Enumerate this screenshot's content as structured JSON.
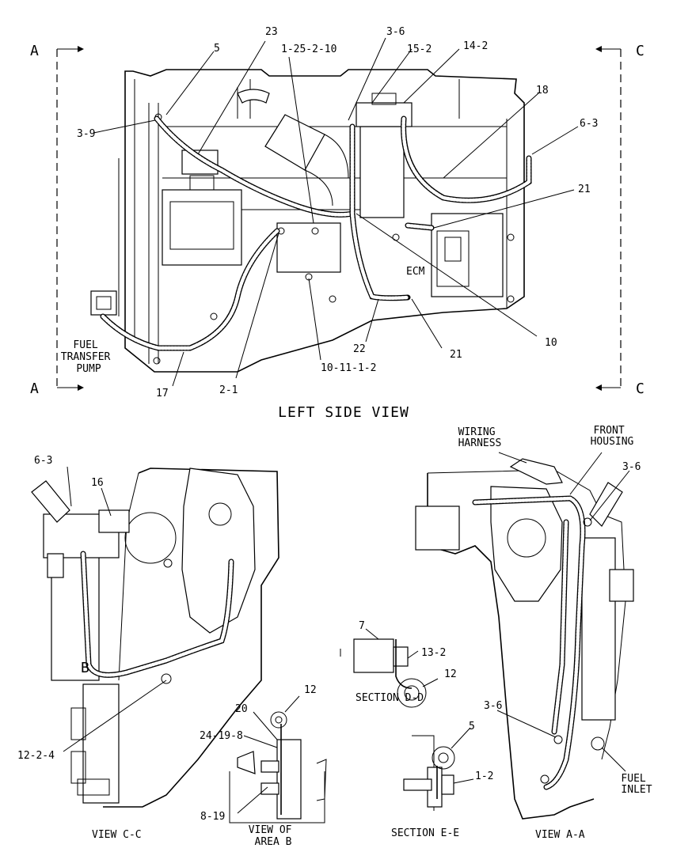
{
  "views": {
    "left_side": {
      "title": "LEFT SIDE VIEW",
      "section_marks": [
        "A",
        "A",
        "C",
        "C"
      ],
      "callouts": [
        "23",
        "5",
        "1-25-2-10",
        "3-6",
        "15-2",
        "14-2",
        "18",
        "3-9",
        "6-3",
        "21",
        "10",
        "21",
        "22",
        "10-11-1-2",
        "2-1",
        "17"
      ],
      "text_labels": {
        "ecm": "ECM",
        "fuel_transfer_pump": [
          "FUEL",
          "TRANSFER",
          "PUMP"
        ]
      }
    },
    "view_c_c": {
      "title": "VIEW C-C",
      "callouts": [
        "6-3",
        "16",
        "12-2-4"
      ],
      "marker": "B"
    },
    "section_d_d": {
      "title": "SECTION D-D",
      "callouts": [
        "7",
        "13-2",
        "12"
      ]
    },
    "view_area_b": {
      "title": [
        "VIEW OF",
        "AREA B"
      ],
      "callouts": [
        "12",
        "20",
        "24-19-8",
        "8-19"
      ]
    },
    "section_e_e": {
      "title": "SECTION E-E",
      "callouts": [
        "5",
        "1-2"
      ]
    },
    "view_a_a": {
      "title": "VIEW A-A",
      "callouts": [
        "3-6",
        "3-6"
      ],
      "text_labels": {
        "wiring_harness": [
          "WIRING",
          "HARNESS"
        ],
        "front_housing": [
          "FRONT",
          "HOUSING"
        ],
        "fuel_inlet": [
          "FUEL",
          "INLET"
        ]
      }
    }
  }
}
